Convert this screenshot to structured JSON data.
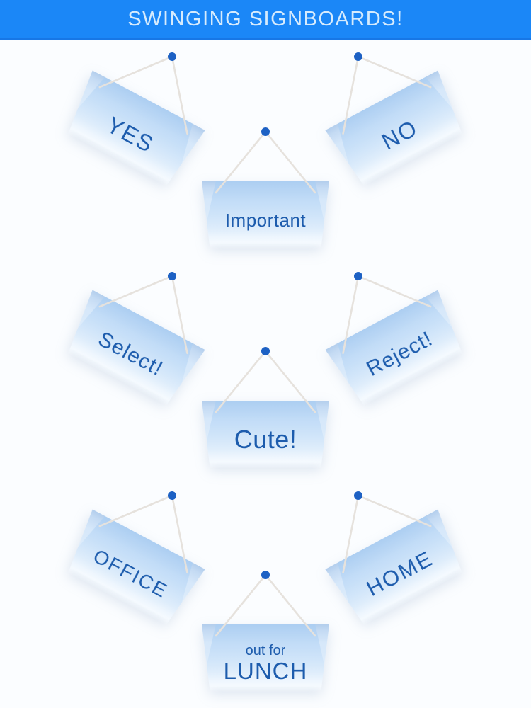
{
  "header": {
    "title": "SWINGING SIGNBOARDS!"
  },
  "colors": {
    "header_bg": "#1b87f7",
    "header_border": "#1777e6",
    "header_text": "#d6ebfd",
    "page_bg": "#fbfdff",
    "pin": "#1d61c4",
    "string": "#e6e2dd",
    "sign_text": "#1d5cad",
    "plate_top": "#c6dcf5",
    "plate_mid": "#d8e9fa",
    "plate_bottom": "#f7fbff"
  },
  "signboards": [
    {
      "label": "YES",
      "swing": "left"
    },
    {
      "label": "Important",
      "swing": "center"
    },
    {
      "label": "NO",
      "swing": "right"
    },
    {
      "label": "Select!",
      "swing": "left"
    },
    {
      "label": "Cute!",
      "swing": "center"
    },
    {
      "label": "Reject!",
      "swing": "right"
    },
    {
      "label": "OFFICE",
      "swing": "left"
    },
    {
      "label_top": "out for",
      "label": "LUNCH",
      "swing": "center"
    },
    {
      "label": "HOME",
      "swing": "right"
    }
  ]
}
